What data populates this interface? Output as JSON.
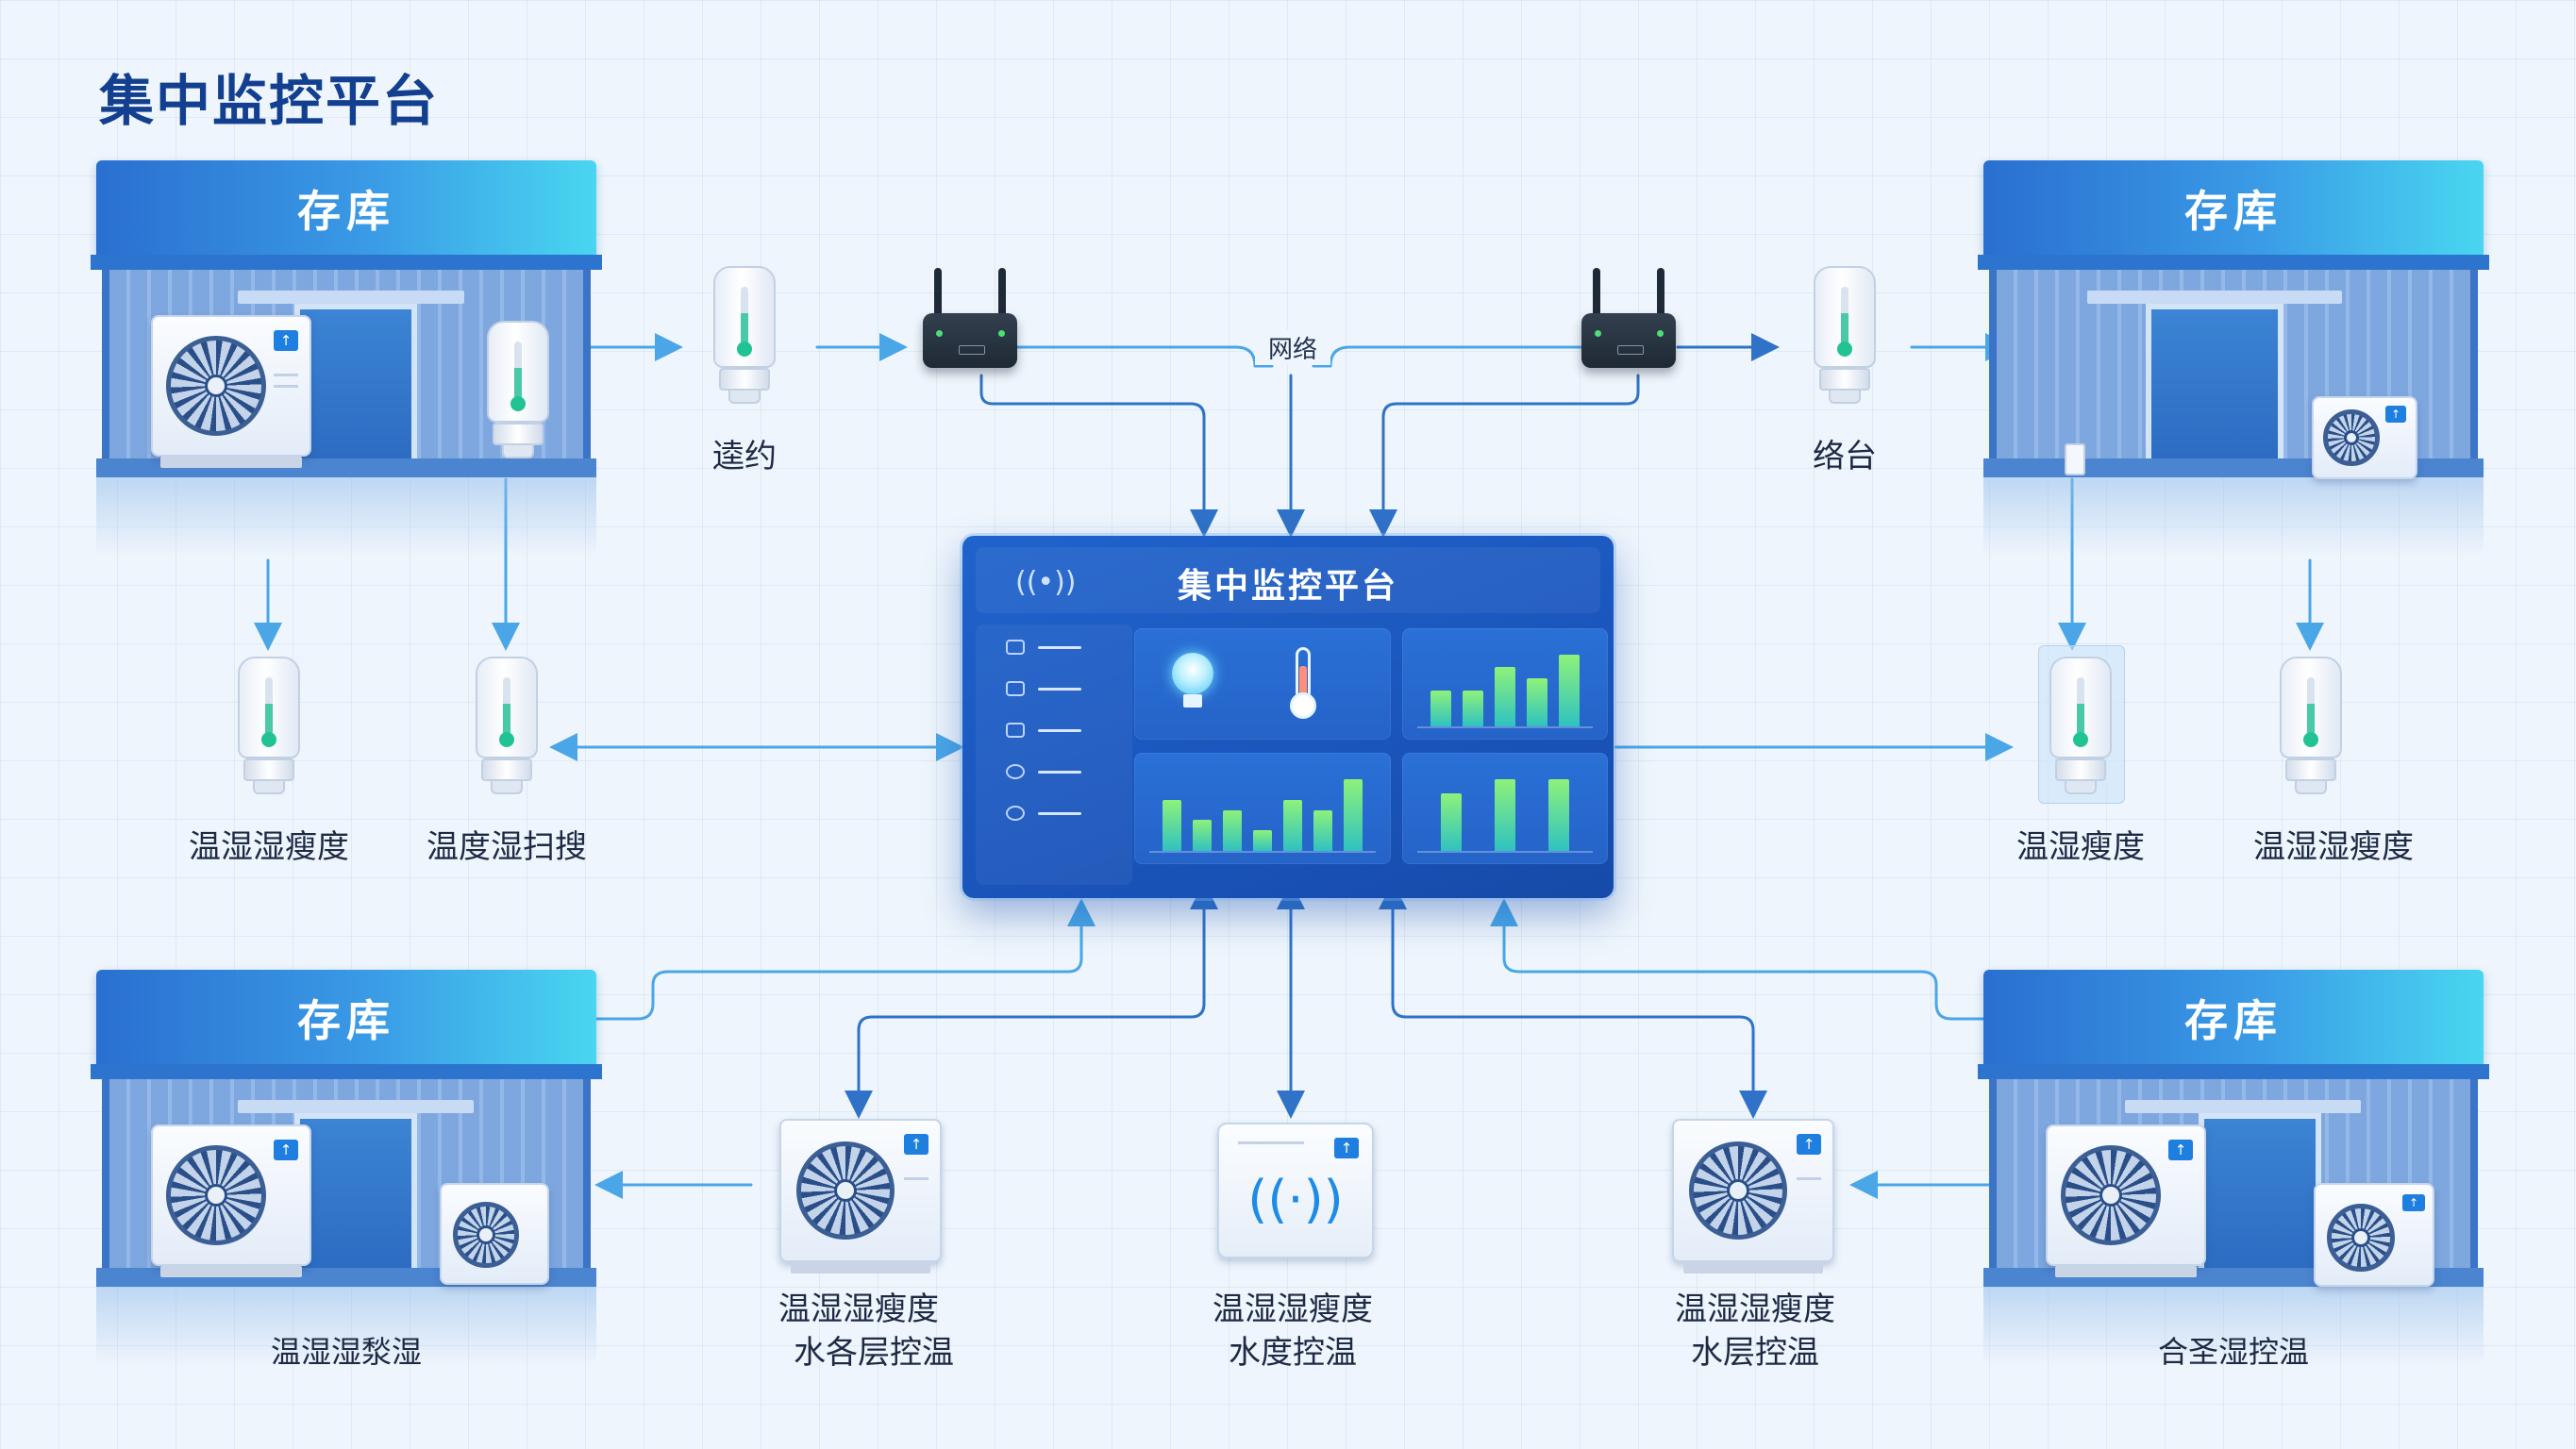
{
  "page_title": "集中监控平台",
  "warehouses": {
    "top_left": {
      "roof_label": "存库"
    },
    "top_right": {
      "roof_label": "存库"
    },
    "bottom_left": {
      "roof_label": "存库",
      "caption": "温湿湿湬湿"
    },
    "bottom_right": {
      "roof_label": "存库",
      "caption": "合圣湿控温"
    }
  },
  "network": {
    "label": "网络"
  },
  "gateways": {
    "left_label": "逵约",
    "right_label": "络台"
  },
  "sensors": {
    "left_1": "温湿湿瘦度",
    "left_2": "温度湿扫搜",
    "right_1": "温湿瘦度",
    "right_2": "温湿湿瘦度"
  },
  "platform": {
    "title": "集中监控平台",
    "signal_glyph": "((•))"
  },
  "devices": {
    "ac_1": {
      "line1": "温湿湿瘦度",
      "line2": "水各层控温"
    },
    "controller": {
      "line1": "温湿湿瘦度",
      "line2": "水度控温"
    },
    "ac_2": {
      "line1": "温湿湿瘦度",
      "line2": "水层控温"
    }
  },
  "colors": {
    "accent": "#1f6fd6",
    "roof_gradient_start": "#2a6fd0",
    "roof_gradient_end": "#49d6f0",
    "platform_bg": "#1a55bb",
    "bar_green": "#8ef27a",
    "bar_cyan": "#2fc2c0",
    "wire_dark": "#2f72c8",
    "wire_light": "#5fb4ea"
  },
  "chart_data": [
    {
      "type": "bar",
      "values": [
        3,
        3,
        5,
        4,
        6
      ]
    },
    {
      "type": "bar",
      "values": [
        5,
        3,
        4,
        2,
        5,
        4,
        7
      ]
    },
    {
      "type": "bar",
      "values": [
        4,
        5,
        5
      ]
    }
  ],
  "icons": [
    "signal-icon",
    "lightbulb-icon",
    "thermometer-icon",
    "wifi-icon",
    "router-icon",
    "fan-icon"
  ]
}
